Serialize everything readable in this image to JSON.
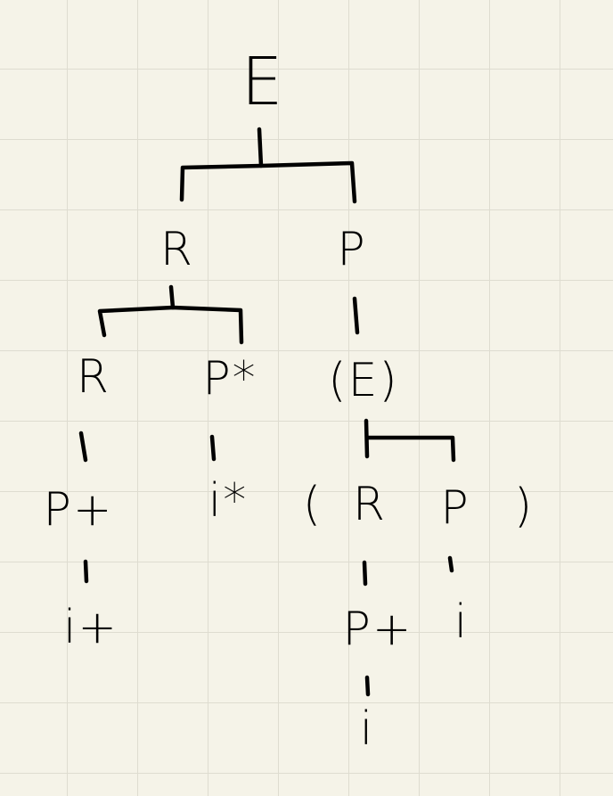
{
  "tree": {
    "root": "E",
    "level1": {
      "left": "R",
      "right": "P"
    },
    "level2": {
      "left": "R",
      "middle": "P*",
      "right": "(E)"
    },
    "level3": {
      "left": "P+",
      "middle": "i*",
      "open_paren": "(",
      "inner_r": "R",
      "inner_p": "P",
      "close_paren": ")"
    },
    "level4": {
      "left": "i+",
      "inner_p_plus": "P+",
      "inner_i": "i"
    },
    "level5": {
      "inner_i": "i"
    }
  }
}
